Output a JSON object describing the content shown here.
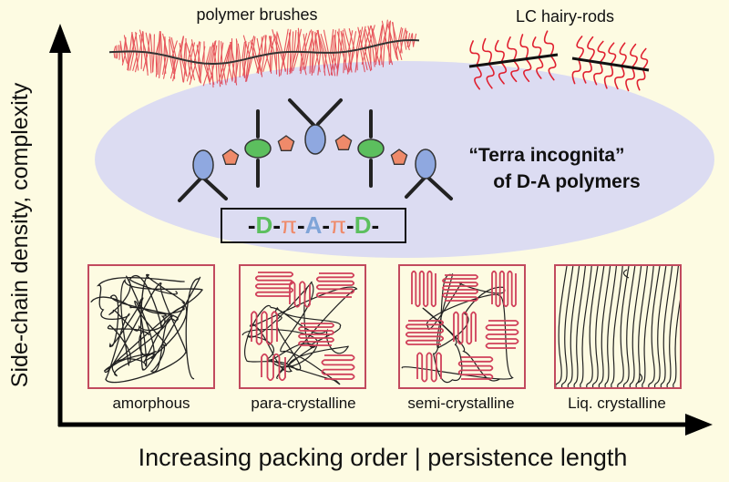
{
  "axes": {
    "y_label": "Side-chain density, complexity",
    "x_label": "Increasing packing order | persistence length"
  },
  "top_labels": {
    "brushes": "polymer brushes",
    "hairy_rods": "LC hairy-rods"
  },
  "region": {
    "title_line1": "“Terra incognita”",
    "title_line2": "of D-A polymers"
  },
  "formula": {
    "dash": "-",
    "donor": "D",
    "pi": "π",
    "acceptor": "A",
    "colors": {
      "donor": "#5cbf5e",
      "pi": "#ef8a6a",
      "acceptor": "#7fa4d8"
    }
  },
  "panels": [
    {
      "label": "amorphous"
    },
    {
      "label": "para-crystalline"
    },
    {
      "label": "semi-crystalline"
    },
    {
      "label": "Liq. crystalline"
    }
  ],
  "colors": {
    "background": "#fdfbe2",
    "ellipse": "#dcdcf2",
    "panel_border": "#c24a5e",
    "red_chain": "#e02030",
    "lamella": "#d0405a",
    "green_unit": "#5cbf5e",
    "blue_unit": "#8fa8e0",
    "orange_unit": "#ef8a6a"
  }
}
